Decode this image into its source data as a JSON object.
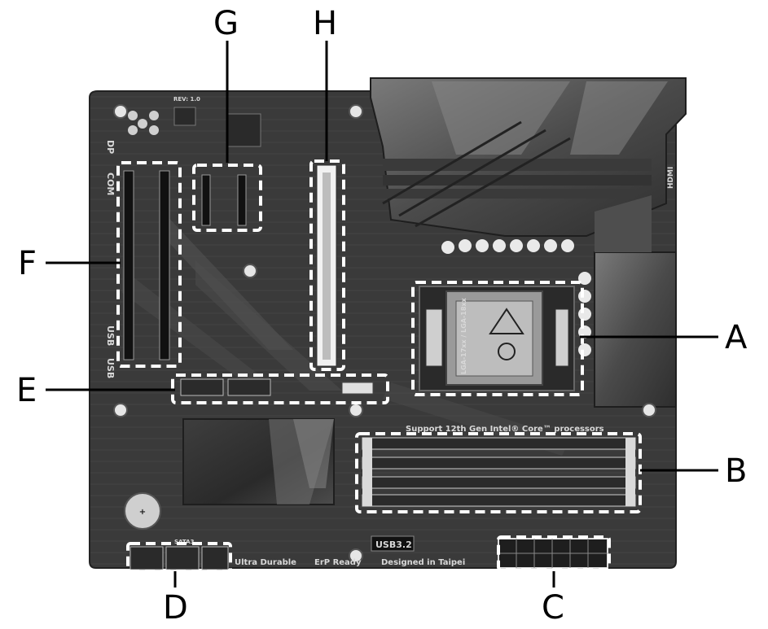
{
  "callouts": {
    "A": "A",
    "B": "B",
    "C": "C",
    "D": "D",
    "E": "E",
    "F": "F",
    "G": "G",
    "H": "H"
  },
  "silkscreen": {
    "socket_text": "LGA-17xx / LGA-18xx",
    "processor_support": "Support 12th Gen Intel® Core™ processors",
    "usb_badge": "USB3.2",
    "designed_in": "Designed in Taipei",
    "ultra_durable": "Ultra Durable",
    "erp_ready": "ErP Ready",
    "io_dp": "DP",
    "io_com": "COM",
    "io_usb1": "USB",
    "io_usb2": "USB",
    "io_hdmi": "HDMI",
    "rev": "REV: 1.0",
    "sata": "SATA3"
  },
  "colors": {
    "background": "#ffffff",
    "pcb": "#3a3a3a",
    "heatsink": "#5a5a5a",
    "highlight_box": "#ffffff",
    "callout_text": "#000000"
  }
}
